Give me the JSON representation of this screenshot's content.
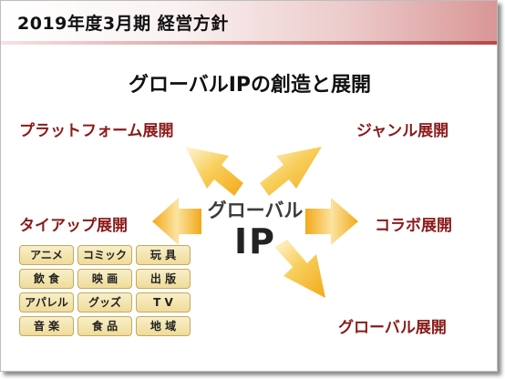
{
  "header": {
    "title": "2019年度3月期 経営方針"
  },
  "main_title": "グローバルIPの創造と展開",
  "center": {
    "line1": "グローバル",
    "line2": "IP"
  },
  "labels": {
    "top_left": "プラットフォーム展開",
    "top_right": "ジャンル展開",
    "left": "タイアップ展開",
    "right": "コラボ展開",
    "bottom_right": "グローバル展開"
  },
  "tags": [
    "アニメ",
    "コミック",
    "玩 具",
    "飲 食",
    "映 画",
    "出 版",
    "アパレル",
    "グッズ",
    "T V",
    "音 楽",
    "食 品",
    "地 域"
  ],
  "colors": {
    "accent": "#8b1a1a",
    "arrow": "#f5b81c",
    "tag_bg": "#f2e3a8"
  }
}
